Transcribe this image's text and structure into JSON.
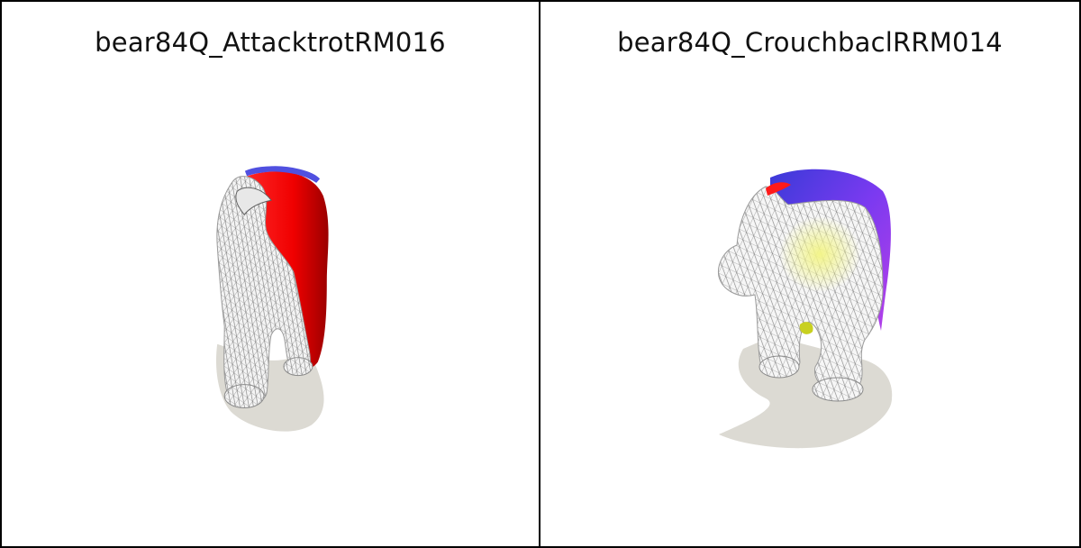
{
  "panels": [
    {
      "title": "bear84Q_AttacktrotRM016",
      "model_icon": "bear-mesh-render"
    },
    {
      "title": "bear84Q_CrouchbaclRRM014",
      "model_icon": "bear-mesh-render"
    }
  ],
  "colors": {
    "background": "#ffffff",
    "border": "#000000",
    "shadow": "#dcdad3",
    "mesh": "#ffffff",
    "wire": "#6b6b6b",
    "red": "#ff1a1a",
    "blue": "#4a4ae0",
    "purple": "#8a3cf0",
    "yellow": "#e8f06a"
  }
}
